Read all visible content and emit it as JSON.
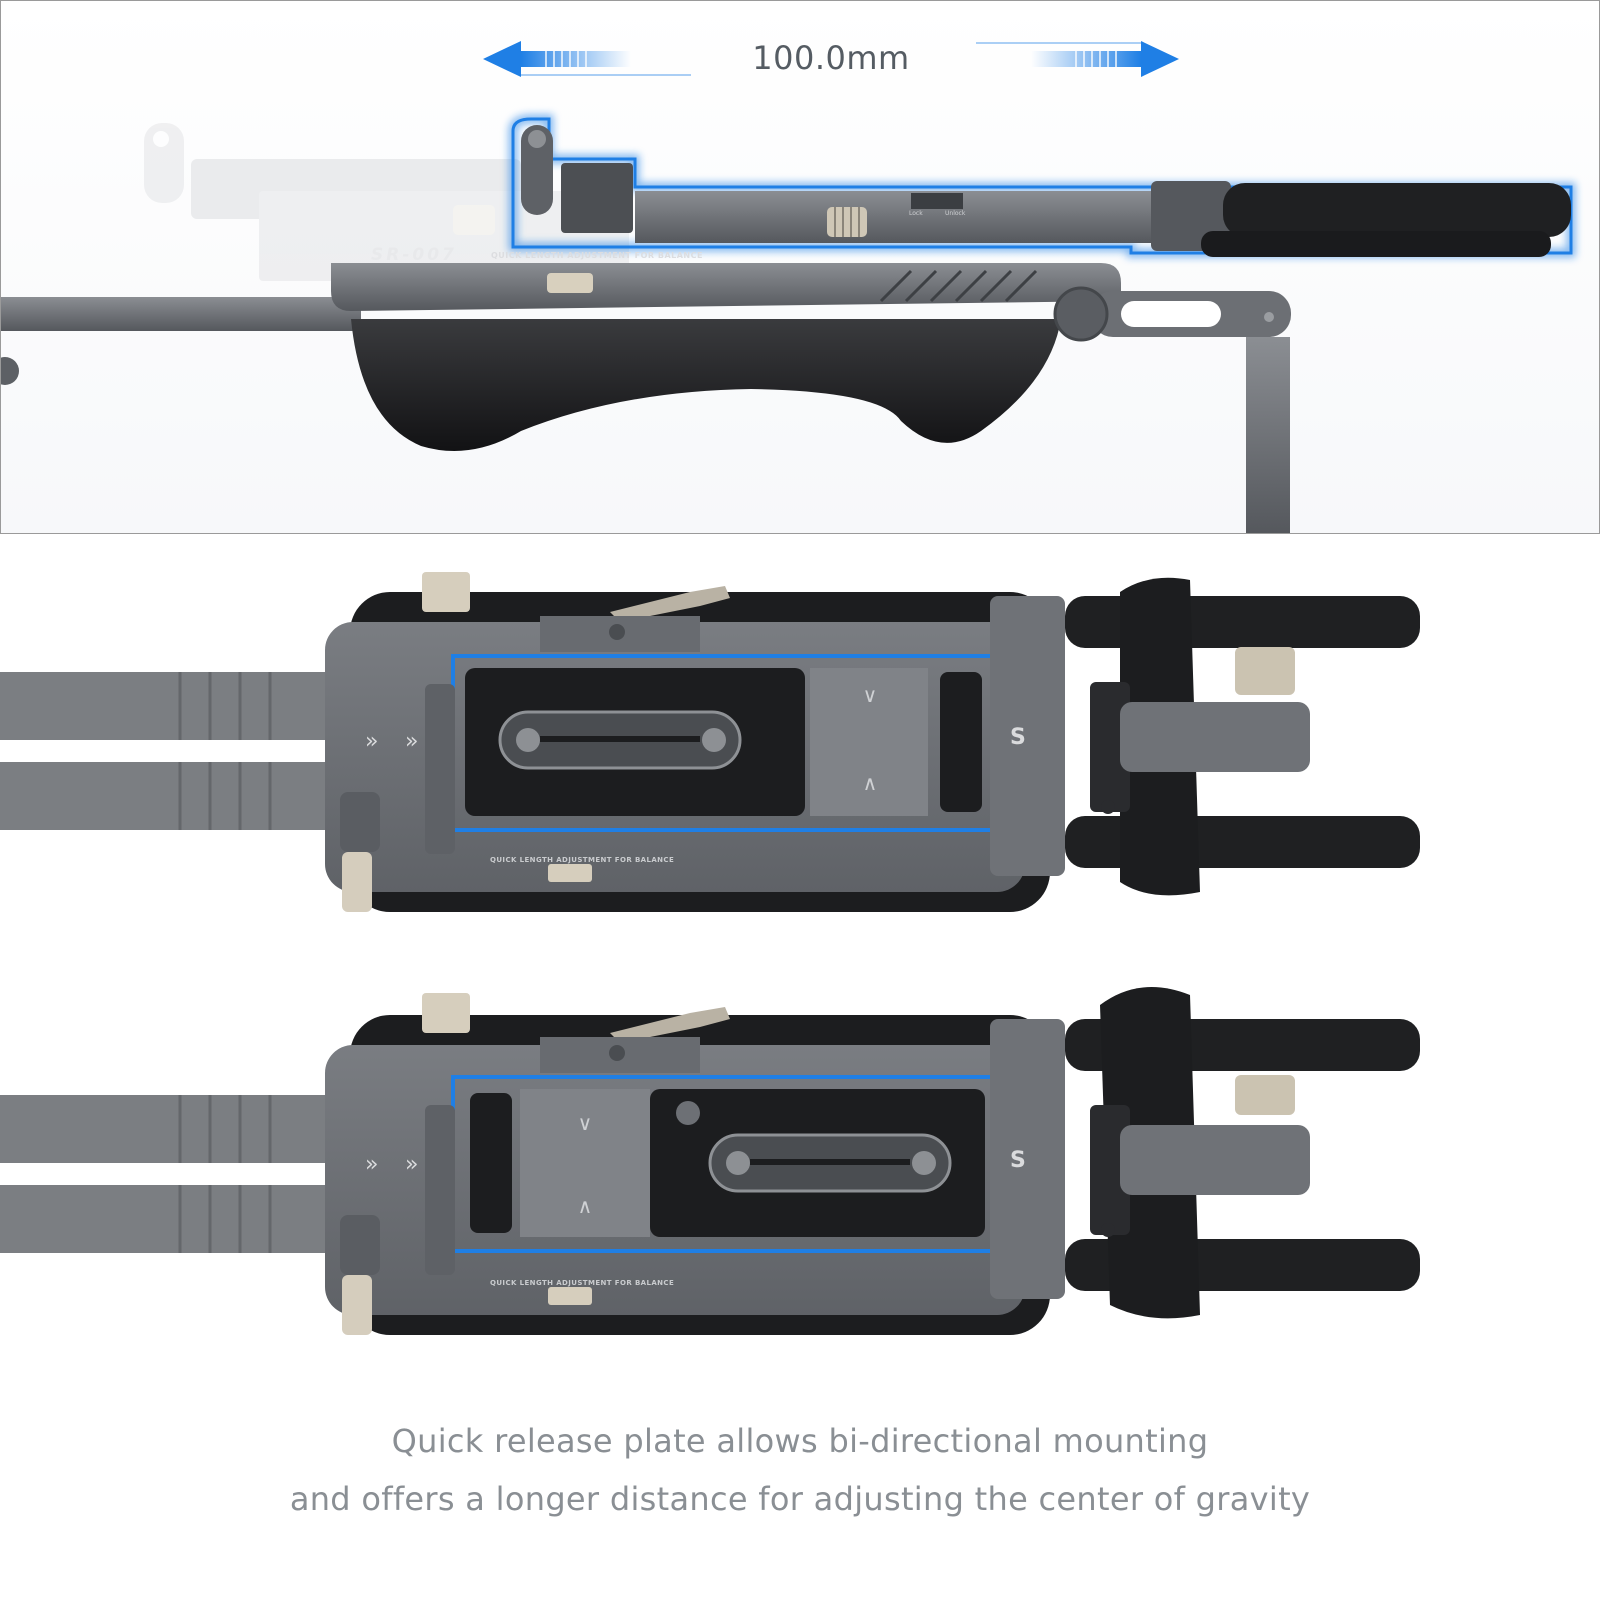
{
  "side_view": {
    "measurement_label": "100.0mm",
    "model_label": "SR-007",
    "rail_text": "QUICK LENGTH ADJUSTMENT FOR BALANCE",
    "lock_text": "Lock",
    "unlock_text": "Unlock"
  },
  "top_views": [
    {
      "rail_text": "QUICK LENGTH ADJUSTMENT FOR BALANCE"
    },
    {
      "rail_text": "QUICK LENGTH ADJUSTMENT FOR BALANCE"
    }
  ],
  "caption": {
    "line1": "Quick release plate allows bi-directional mounting",
    "line2": "and offers a longer distance for adjusting the center of gravity"
  },
  "colors": {
    "highlight": "#1f7fe5",
    "body_gray": "#6e7176",
    "pad_black": "#1d1e20",
    "caption_gray": "#8a8f94"
  }
}
